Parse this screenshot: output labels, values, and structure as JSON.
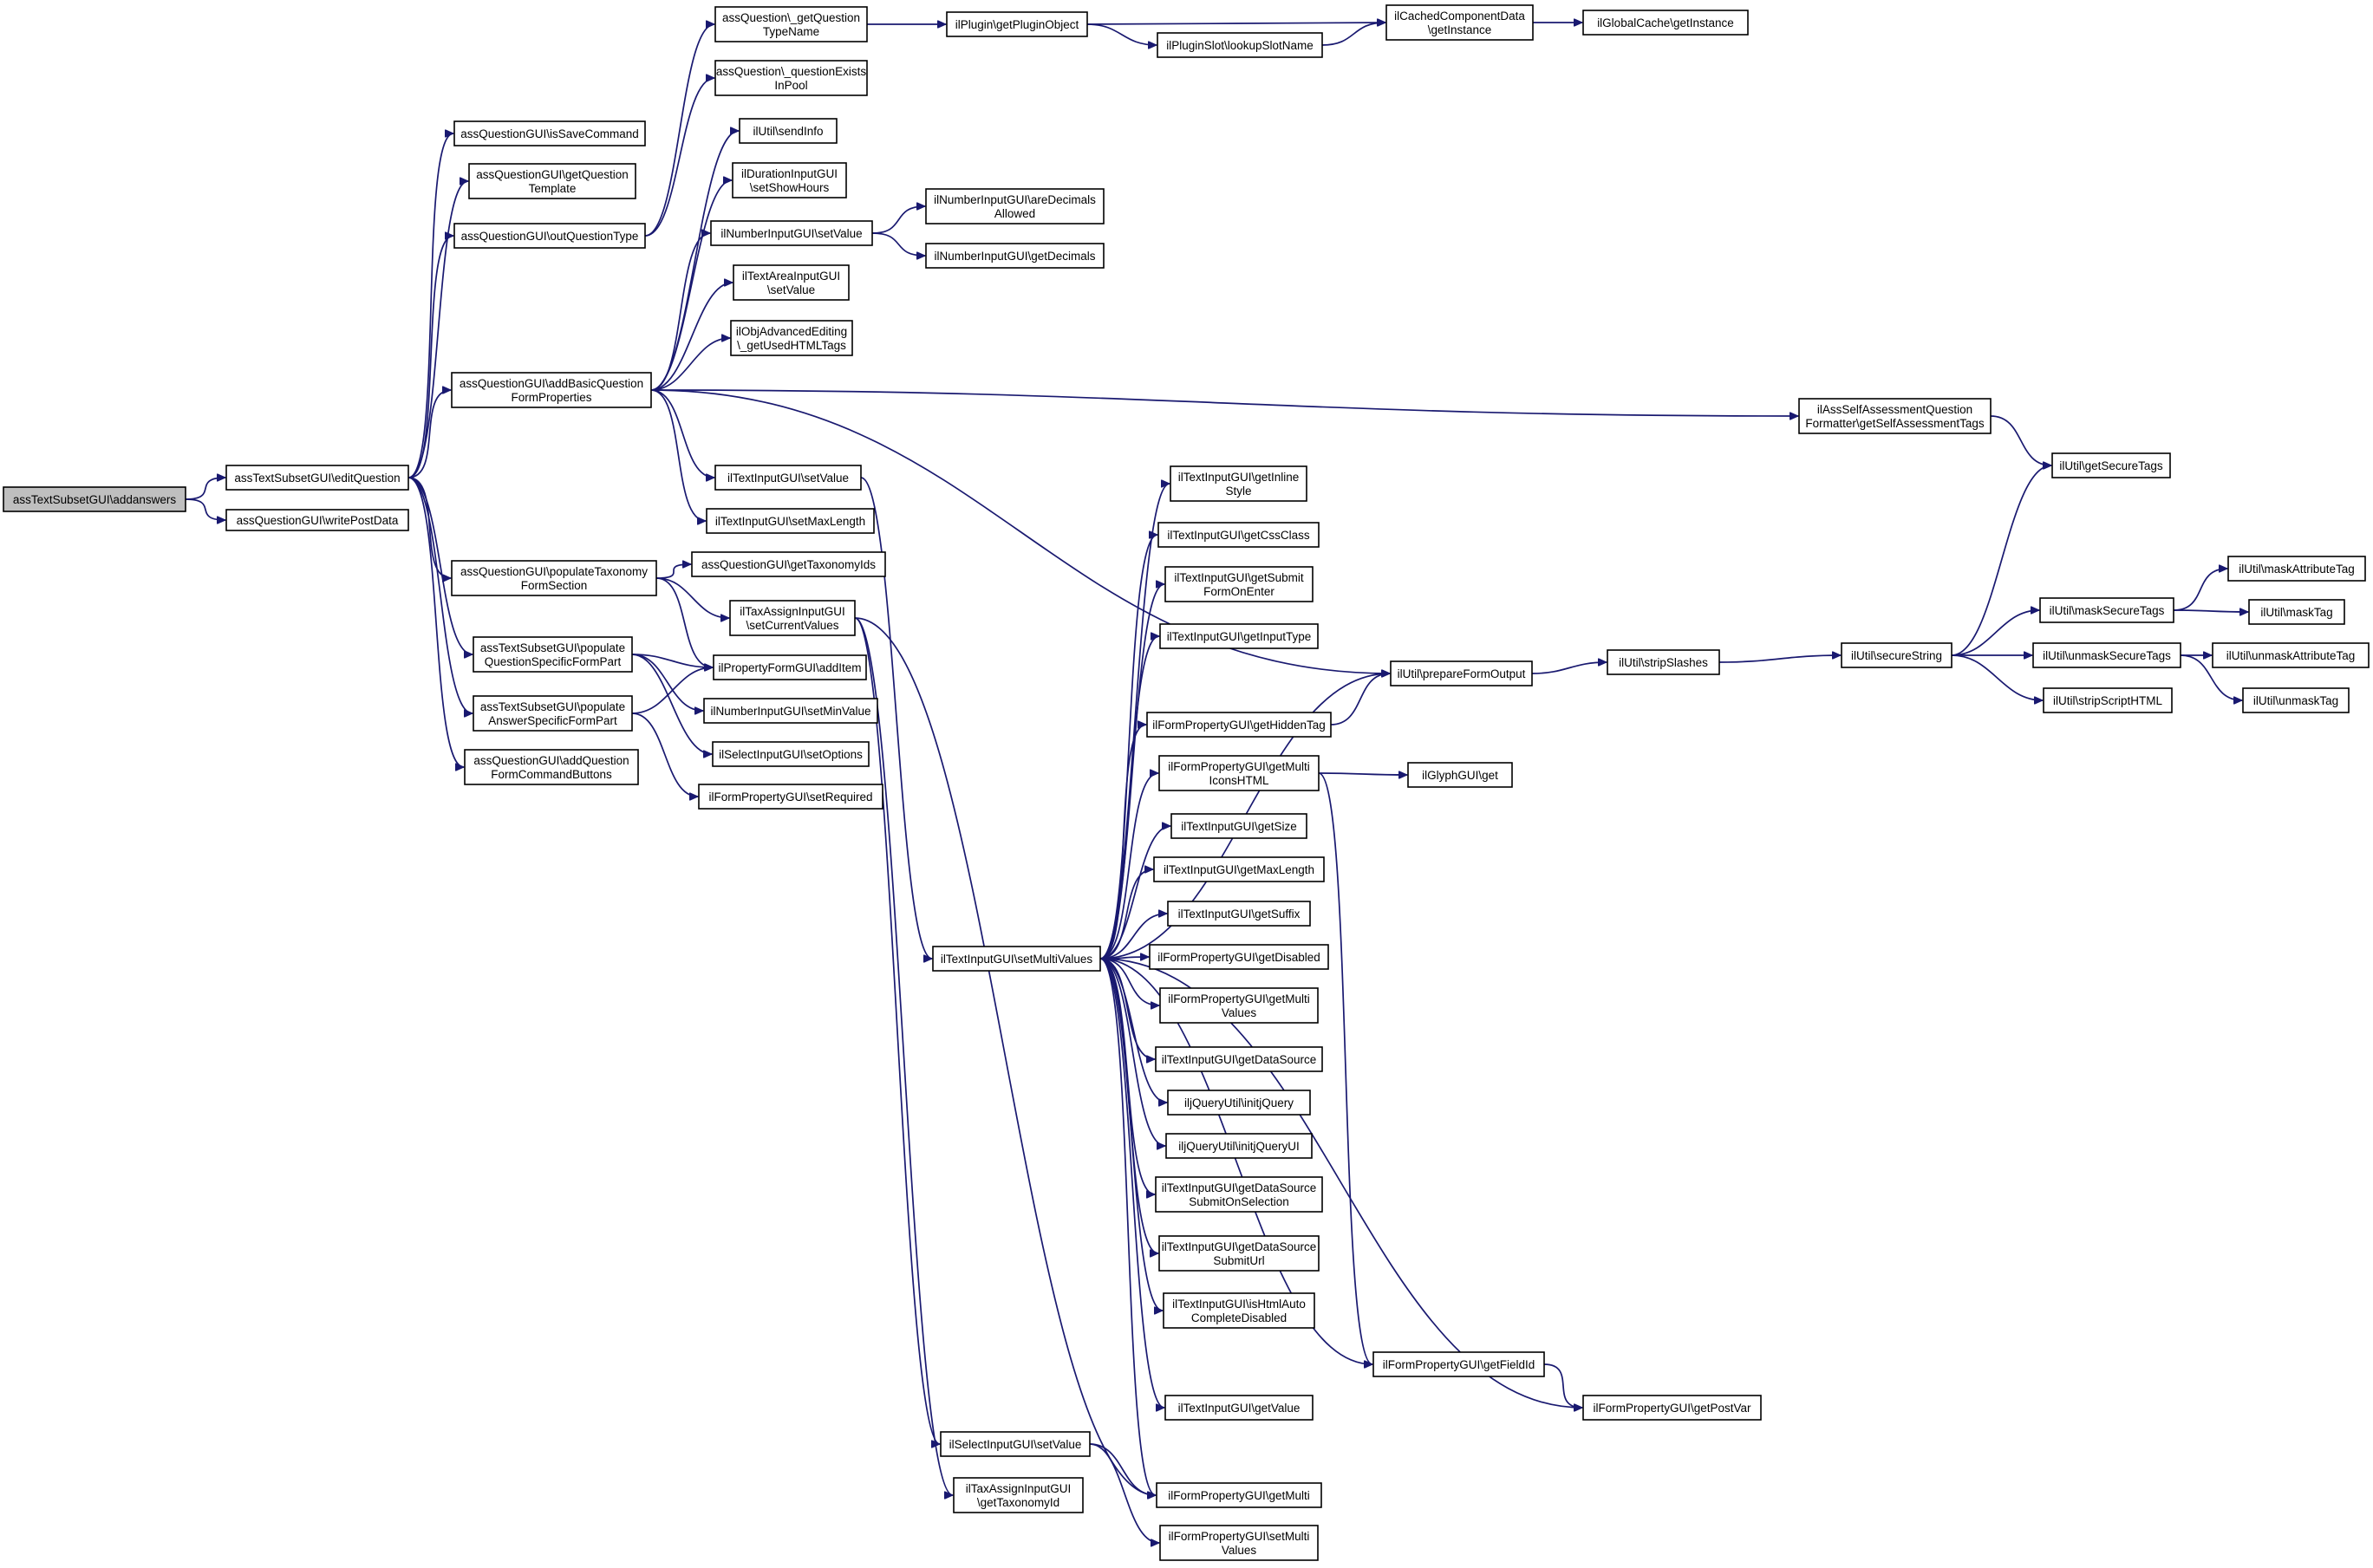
{
  "diagram": {
    "type": "call-graph",
    "nodes": [
      {
        "id": "root",
        "lines": [
          "assTextSubsetGUI\\addanswers"
        ],
        "root": true
      },
      {
        "id": "edit",
        "lines": [
          "assTextSubsetGUI\\editQuestion"
        ]
      },
      {
        "id": "wpd",
        "lines": [
          "assQuestionGUI\\writePostData"
        ]
      },
      {
        "id": "isSave",
        "lines": [
          "assQuestionGUI\\isSaveCommand"
        ]
      },
      {
        "id": "getQT",
        "lines": [
          "assQuestionGUI\\getQuestion",
          "Template"
        ]
      },
      {
        "id": "outQT",
        "lines": [
          "assQuestionGUI\\outQuestionType"
        ]
      },
      {
        "id": "addBasic",
        "lines": [
          "assQuestionGUI\\addBasicQuestion",
          "FormProperties"
        ]
      },
      {
        "id": "popTax",
        "lines": [
          "assQuestionGUI\\populateTaxonomy",
          "FormSection"
        ]
      },
      {
        "id": "popQS",
        "lines": [
          "assTextSubsetGUI\\populate",
          "QuestionSpecificFormPart"
        ]
      },
      {
        "id": "popAS",
        "lines": [
          "assTextSubsetGUI\\populate",
          "AnswerSpecificFormPart"
        ]
      },
      {
        "id": "addCmd",
        "lines": [
          "assQuestionGUI\\addQuestion",
          "FormCommandButtons"
        ]
      },
      {
        "id": "getQTN",
        "lines": [
          "assQuestion\\_getQuestion",
          "TypeName"
        ]
      },
      {
        "id": "qExists",
        "lines": [
          "assQuestion\\_questionExists",
          "InPool"
        ]
      },
      {
        "id": "sendInfo",
        "lines": [
          "ilUtil\\sendInfo"
        ]
      },
      {
        "id": "durHours",
        "lines": [
          "ilDurationInputGUI",
          "\\setShowHours"
        ]
      },
      {
        "id": "numSetVal",
        "lines": [
          "ilNumberInputGUI\\setValue"
        ]
      },
      {
        "id": "taSetVal",
        "lines": [
          "ilTextAreaInputGUI",
          "\\setValue"
        ]
      },
      {
        "id": "objAdv",
        "lines": [
          "ilObjAdvancedEditing",
          "\\_getUsedHTMLTags"
        ]
      },
      {
        "id": "tiSetVal",
        "lines": [
          "ilTextInputGUI\\setValue"
        ]
      },
      {
        "id": "tiSetMax",
        "lines": [
          "ilTextInputGUI\\setMaxLength"
        ]
      },
      {
        "id": "getTaxIds",
        "lines": [
          "assQuestionGUI\\getTaxonomyIds"
        ]
      },
      {
        "id": "taxSetCur",
        "lines": [
          "ilTaxAssignInputGUI",
          "\\setCurrentValues"
        ]
      },
      {
        "id": "pfAdd",
        "lines": [
          "ilPropertyFormGUI\\addItem"
        ]
      },
      {
        "id": "numSetMin",
        "lines": [
          "ilNumberInputGUI\\setMinValue"
        ]
      },
      {
        "id": "selSetOpt",
        "lines": [
          "ilSelectInputGUI\\setOptions"
        ]
      },
      {
        "id": "fpSetReq",
        "lines": [
          "ilFormPropertyGUI\\setRequired"
        ]
      },
      {
        "id": "plugObj",
        "lines": [
          "ilPlugin\\getPluginObject"
        ]
      },
      {
        "id": "slotName",
        "lines": [
          "ilPluginSlot\\lookupSlotName"
        ]
      },
      {
        "id": "ccInst",
        "lines": [
          "ilCachedComponentData",
          "\\getInstance"
        ]
      },
      {
        "id": "gcInst",
        "lines": [
          "ilGlobalCache\\getInstance"
        ]
      },
      {
        "id": "numDecAllowed",
        "lines": [
          "ilNumberInputGUI\\areDecimals",
          "Allowed"
        ]
      },
      {
        "id": "numGetDec",
        "lines": [
          "ilNumberInputGUI\\getDecimals"
        ]
      },
      {
        "id": "sat",
        "lines": [
          "ilAssSelfAssessmentQuestion",
          "Formatter\\getSelfAssessmentTags"
        ]
      },
      {
        "id": "getSecTags",
        "lines": [
          "ilUtil\\getSecureTags"
        ]
      },
      {
        "id": "setMulti",
        "lines": [
          "ilTextInputGUI\\setMultiValues"
        ]
      },
      {
        "id": "selSetVal",
        "lines": [
          "ilSelectInputGUI\\setValue"
        ]
      },
      {
        "id": "taxGetId",
        "lines": [
          "ilTaxAssignInputGUI",
          "\\getTaxonomyId"
        ]
      },
      {
        "id": "inlStyle",
        "lines": [
          "ilTextInputGUI\\getInline",
          "Style"
        ]
      },
      {
        "id": "cssClass",
        "lines": [
          "ilTextInputGUI\\getCssClass"
        ]
      },
      {
        "id": "submitEnter",
        "lines": [
          "ilTextInputGUI\\getSubmit",
          "FormOnEnter"
        ]
      },
      {
        "id": "inputType",
        "lines": [
          "ilTextInputGUI\\getInputType"
        ]
      },
      {
        "id": "hidden",
        "lines": [
          "ilFormPropertyGUI\\getHiddenTag"
        ]
      },
      {
        "id": "multiIcons",
        "lines": [
          "ilFormPropertyGUI\\getMulti",
          "IconsHTML"
        ]
      },
      {
        "id": "getSize",
        "lines": [
          "ilTextInputGUI\\getSize"
        ]
      },
      {
        "id": "getMaxLen",
        "lines": [
          "ilTextInputGUI\\getMaxLength"
        ]
      },
      {
        "id": "getSuffix",
        "lines": [
          "ilTextInputGUI\\getSuffix"
        ]
      },
      {
        "id": "getDisabled",
        "lines": [
          "ilFormPropertyGUI\\getDisabled"
        ]
      },
      {
        "id": "getMultiVals",
        "lines": [
          "ilFormPropertyGUI\\getMulti",
          "Values"
        ]
      },
      {
        "id": "getDS",
        "lines": [
          "ilTextInputGUI\\getDataSource"
        ]
      },
      {
        "id": "jq",
        "lines": [
          "iljQueryUtil\\initjQuery"
        ]
      },
      {
        "id": "jqui",
        "lines": [
          "iljQueryUtil\\initjQueryUI"
        ]
      },
      {
        "id": "dsSubSel",
        "lines": [
          "ilTextInputGUI\\getDataSource",
          "SubmitOnSelection"
        ]
      },
      {
        "id": "dsSubUrl",
        "lines": [
          "ilTextInputGUI\\getDataSource",
          "SubmitUrl"
        ]
      },
      {
        "id": "htmlAuto",
        "lines": [
          "ilTextInputGUI\\isHtmlAuto",
          "CompleteDisabled"
        ]
      },
      {
        "id": "tiGetVal",
        "lines": [
          "ilTextInputGUI\\getValue"
        ]
      },
      {
        "id": "fpGetMulti",
        "lines": [
          "ilFormPropertyGUI\\getMulti"
        ]
      },
      {
        "id": "fpSetMulti",
        "lines": [
          "ilFormPropertyGUI\\setMulti",
          "Values"
        ]
      },
      {
        "id": "prepOut",
        "lines": [
          "ilUtil\\prepareFormOutput"
        ]
      },
      {
        "id": "glyph",
        "lines": [
          "ilGlyphGUI\\get"
        ]
      },
      {
        "id": "fieldId",
        "lines": [
          "ilFormPropertyGUI\\getFieldId"
        ]
      },
      {
        "id": "postVar",
        "lines": [
          "ilFormPropertyGUI\\getPostVar"
        ]
      },
      {
        "id": "strip",
        "lines": [
          "ilUtil\\stripSlashes"
        ]
      },
      {
        "id": "secStr",
        "lines": [
          "ilUtil\\secureString"
        ]
      },
      {
        "id": "maskSec",
        "lines": [
          "ilUtil\\maskSecureTags"
        ]
      },
      {
        "id": "unmaskSec",
        "lines": [
          "ilUtil\\unmaskSecureTags"
        ]
      },
      {
        "id": "stripScript",
        "lines": [
          "ilUtil\\stripScriptHTML"
        ]
      },
      {
        "id": "maskAttr",
        "lines": [
          "ilUtil\\maskAttributeTag"
        ]
      },
      {
        "id": "maskTag",
        "lines": [
          "ilUtil\\maskTag"
        ]
      },
      {
        "id": "unmaskAttr",
        "lines": [
          "ilUtil\\unmaskAttributeTag"
        ]
      },
      {
        "id": "unmaskTag",
        "lines": [
          "ilUtil\\unmaskTag"
        ]
      }
    ],
    "edges": [
      [
        "root",
        "edit"
      ],
      [
        "root",
        "wpd"
      ],
      [
        "edit",
        "isSave"
      ],
      [
        "edit",
        "getQT"
      ],
      [
        "edit",
        "outQT"
      ],
      [
        "edit",
        "addBasic"
      ],
      [
        "edit",
        "popTax"
      ],
      [
        "edit",
        "popQS"
      ],
      [
        "edit",
        "popAS"
      ],
      [
        "edit",
        "addCmd"
      ],
      [
        "outQT",
        "getQTN"
      ],
      [
        "outQT",
        "qExists"
      ],
      [
        "getQTN",
        "plugObj"
      ],
      [
        "plugObj",
        "ccInst"
      ],
      [
        "plugObj",
        "slotName"
      ],
      [
        "slotName",
        "ccInst"
      ],
      [
        "ccInst",
        "gcInst"
      ],
      [
        "addBasic",
        "sendInfo"
      ],
      [
        "addBasic",
        "durHours"
      ],
      [
        "addBasic",
        "numSetVal"
      ],
      [
        "addBasic",
        "taSetVal"
      ],
      [
        "addBasic",
        "objAdv"
      ],
      [
        "addBasic",
        "tiSetVal"
      ],
      [
        "addBasic",
        "tiSetMax"
      ],
      [
        "addBasic",
        "sat"
      ],
      [
        "addBasic",
        "prepOut"
      ],
      [
        "numSetVal",
        "numDecAllowed"
      ],
      [
        "numSetVal",
        "numGetDec"
      ],
      [
        "sat",
        "getSecTags"
      ],
      [
        "tiSetVal",
        "setMulti"
      ],
      [
        "popTax",
        "getTaxIds"
      ],
      [
        "popTax",
        "taxSetCur"
      ],
      [
        "popTax",
        "pfAdd"
      ],
      [
        "taxSetCur",
        "fpGetMulti"
      ],
      [
        "taxSetCur",
        "taxGetId"
      ],
      [
        "taxSetCur",
        "selSetVal"
      ],
      [
        "popQS",
        "pfAdd"
      ],
      [
        "popQS",
        "numSetMin"
      ],
      [
        "popQS",
        "selSetOpt"
      ],
      [
        "popAS",
        "pfAdd"
      ],
      [
        "popAS",
        "fpSetReq"
      ],
      [
        "setMulti",
        "inlStyle"
      ],
      [
        "setMulti",
        "cssClass"
      ],
      [
        "setMulti",
        "submitEnter"
      ],
      [
        "setMulti",
        "inputType"
      ],
      [
        "setMulti",
        "prepOut"
      ],
      [
        "setMulti",
        "hidden"
      ],
      [
        "setMulti",
        "multiIcons"
      ],
      [
        "setMulti",
        "getSize"
      ],
      [
        "setMulti",
        "getMaxLen"
      ],
      [
        "setMulti",
        "getSuffix"
      ],
      [
        "setMulti",
        "getDisabled"
      ],
      [
        "setMulti",
        "getMultiVals"
      ],
      [
        "setMulti",
        "getDS"
      ],
      [
        "setMulti",
        "jq"
      ],
      [
        "setMulti",
        "jqui"
      ],
      [
        "setMulti",
        "dsSubSel"
      ],
      [
        "setMulti",
        "dsSubUrl"
      ],
      [
        "setMulti",
        "htmlAuto"
      ],
      [
        "setMulti",
        "fieldId"
      ],
      [
        "setMulti",
        "tiGetVal"
      ],
      [
        "setMulti",
        "postVar"
      ],
      [
        "setMulti",
        "fpGetMulti"
      ],
      [
        "selSetVal",
        "fpGetMulti"
      ],
      [
        "selSetVal",
        "fpSetMulti"
      ],
      [
        "hidden",
        "prepOut"
      ],
      [
        "multiIcons",
        "glyph"
      ],
      [
        "multiIcons",
        "fieldId"
      ],
      [
        "fieldId",
        "postVar"
      ],
      [
        "prepOut",
        "strip"
      ],
      [
        "strip",
        "secStr"
      ],
      [
        "secStr",
        "getSecTags"
      ],
      [
        "secStr",
        "maskSec"
      ],
      [
        "secStr",
        "unmaskSec"
      ],
      [
        "secStr",
        "stripScript"
      ],
      [
        "maskSec",
        "maskAttr"
      ],
      [
        "maskSec",
        "maskTag"
      ],
      [
        "unmaskSec",
        "unmaskAttr"
      ],
      [
        "unmaskSec",
        "unmaskTag"
      ]
    ]
  }
}
